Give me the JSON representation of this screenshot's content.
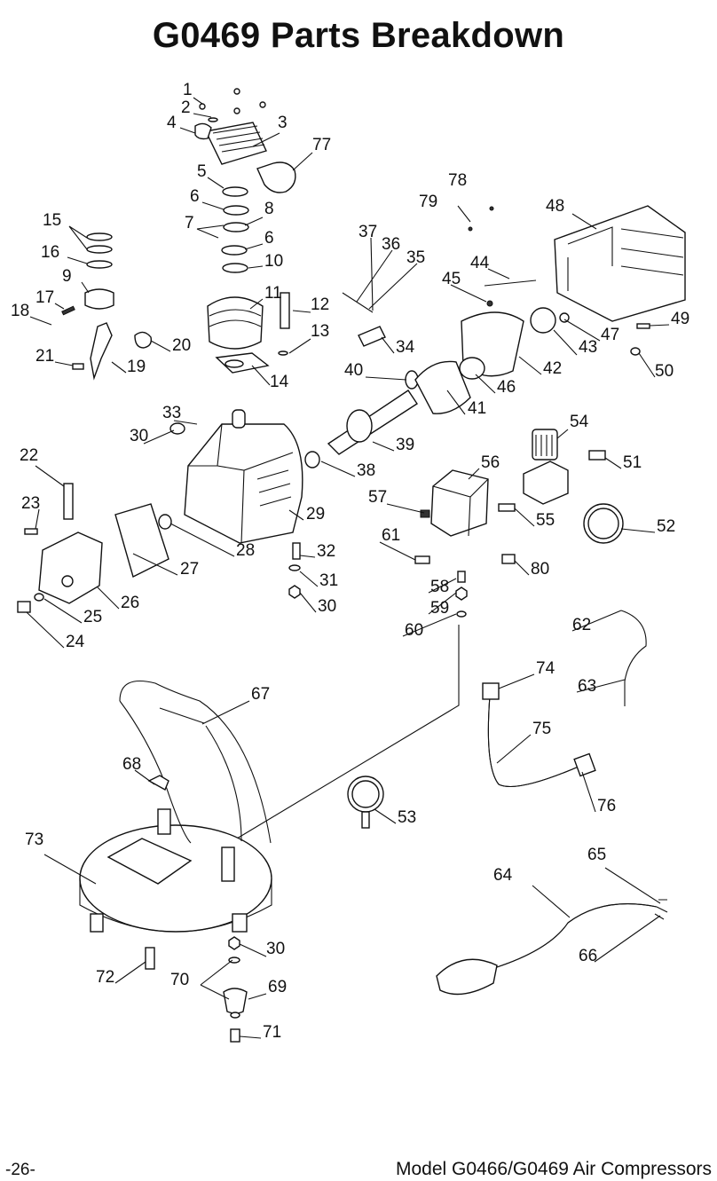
{
  "title": "G0469 Parts Breakdown",
  "labels": [
    "1",
    "2",
    "4",
    "3",
    "77",
    "5",
    "6",
    "8",
    "7",
    "6",
    "10",
    "11",
    "12",
    "13",
    "14",
    "15",
    "16",
    "9",
    "17",
    "18",
    "20",
    "21",
    "19",
    "78",
    "79",
    "48",
    "37",
    "36",
    "35",
    "44",
    "45",
    "49",
    "47",
    "43",
    "34",
    "42",
    "40",
    "46",
    "50",
    "41",
    "33",
    "39",
    "30",
    "38",
    "22",
    "54",
    "51",
    "56",
    "57",
    "55",
    "29",
    "23",
    "52",
    "28",
    "32",
    "61",
    "27",
    "80",
    "31",
    "58",
    "26",
    "30",
    "59",
    "25",
    "62",
    "60",
    "24",
    "74",
    "63",
    "67",
    "75",
    "68",
    "53",
    "76",
    "73",
    "65",
    "64",
    "66",
    "30",
    "72",
    "70",
    "69",
    "71"
  ],
  "footer": {
    "page_number": "-26-",
    "model": "Model G0466/G0469 Air Compressors"
  }
}
